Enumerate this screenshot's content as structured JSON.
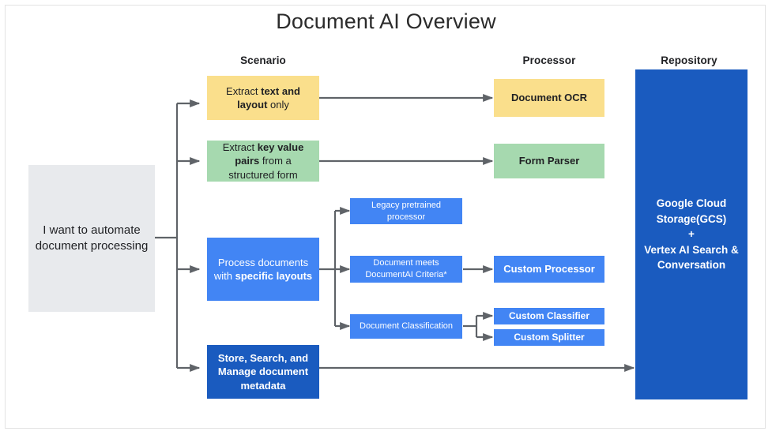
{
  "title": "Document AI Overview",
  "columns": [
    {
      "name": "scenario",
      "label": "Scenario"
    },
    {
      "name": "processor",
      "label": "Processor"
    },
    {
      "name": "repository",
      "label": "Repository"
    }
  ],
  "start": {
    "label": "I want to automate document processing",
    "color": "#e8eaed"
  },
  "scenarios": [
    {
      "id": "extract-text-layout",
      "text_plain": "Extract text and layout only",
      "text_html": "Extract <b>text and layout</b> only",
      "color": "#fadf8c"
    },
    {
      "id": "extract-key-value",
      "text_plain": "Extract key value pairs from a structured form",
      "text_html": "Extract <b>key value pairs</b> from a structured form",
      "color": "#a6d9af"
    },
    {
      "id": "process-specific-layouts",
      "text_plain": "Process documents with specific layouts",
      "text_html": "Process documents with <b>specific layouts</b>",
      "color": "#4285f4"
    },
    {
      "id": "store-search-manage",
      "text_plain": "Store, Search, and Manage document metadata",
      "text_html": "<b>Store, Search, and Manage</b> document <b>metadata</b>",
      "color": "#1a5bbf"
    }
  ],
  "decisions": [
    {
      "id": "legacy-pretrained",
      "label": "Legacy pretrained processor",
      "color": "#4285f4"
    },
    {
      "id": "meets-criteria",
      "label": "Document meets DocumentAI Criteria*",
      "color": "#4285f4"
    },
    {
      "id": "document-classification",
      "label": "Document Classification",
      "color": "#4285f4"
    }
  ],
  "processors": [
    {
      "id": "document-ocr",
      "label": "Document OCR",
      "color": "#fadf8c"
    },
    {
      "id": "form-parser",
      "label": "Form Parser",
      "color": "#a6d9af"
    },
    {
      "id": "custom-processor",
      "label": "Custom Processor",
      "color": "#4285f4"
    },
    {
      "id": "custom-classifier",
      "label": "Custom Classifier",
      "color": "#4285f4"
    },
    {
      "id": "custom-splitter",
      "label": "Custom Splitter",
      "color": "#4285f4"
    }
  ],
  "repository": {
    "id": "gcs-vertex",
    "line1": "Google Cloud",
    "line2": "Storage(GCS)",
    "line3": "+",
    "line4": "Vertex AI Search &",
    "line5": "Conversation",
    "color": "#1a5bbf"
  },
  "connector_color": "#5f6368"
}
